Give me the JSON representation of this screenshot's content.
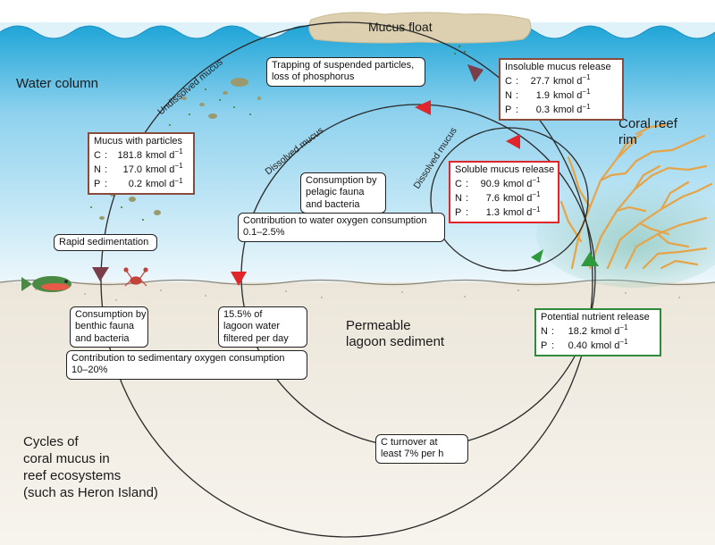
{
  "colors": {
    "sea_top": "#1aa3d6",
    "sea_bottom": "#e8f6fc",
    "sediment": "#f2ede4",
    "coral": "#e6a448",
    "mucus_float": "#dcd0b0",
    "arrow_red": "#e0262a",
    "arrow_brown": "#7a3e4a",
    "arrow_green": "#2f9a3c",
    "box_brown": "#8a4b3c",
    "box_red": "#e0262a",
    "box_green": "#2f8a3c"
  },
  "labels": {
    "mucus_float": "Mucus float",
    "water_column": "Water column",
    "coral_reef_rim": [
      "Coral reef",
      "rim"
    ],
    "permeable_sediment": [
      "Permeable",
      "lagoon sediment"
    ],
    "cycles_title": [
      "Cycles of",
      "coral mucus in",
      "reef ecosystems",
      "(such as Heron Island)"
    ]
  },
  "path_labels": {
    "undissolved": "Undissolved mucus",
    "dissolved_outer": "Dissolved mucus",
    "dissolved_inner": "Dissolved mucus"
  },
  "boxes": {
    "trapping": [
      "Trapping of suspended particles,",
      "loss of phosphorus"
    ],
    "insoluble": {
      "title": "Insoluble mucus release",
      "rows": [
        {
          "el": "C",
          "val": "27.7",
          "unit": "kmol d",
          "exp": "−1"
        },
        {
          "el": "N",
          "val": "1.9",
          "unit": "kmol d",
          "exp": "−1"
        },
        {
          "el": "P",
          "val": "0.3",
          "unit": "kmol d",
          "exp": "−1"
        }
      ]
    },
    "mucus_particles": {
      "title": "Mucus with particles",
      "rows": [
        {
          "el": "C",
          "val": "181.8",
          "unit": "kmol d",
          "exp": "−1"
        },
        {
          "el": "N",
          "val": "17.0",
          "unit": "kmol d",
          "exp": "−1"
        },
        {
          "el": "P",
          "val": "0.2",
          "unit": "kmol d",
          "exp": "−1"
        }
      ]
    },
    "soluble": {
      "title": "Soluble mucus release",
      "rows": [
        {
          "el": "C",
          "val": "90.9",
          "unit": "kmol d",
          "exp": "−1"
        },
        {
          "el": "N",
          "val": "7.6",
          "unit": "kmol d",
          "exp": "−1"
        },
        {
          "el": "P",
          "val": "1.3",
          "unit": "kmol d",
          "exp": "−1"
        }
      ]
    },
    "pelagic": [
      "Consumption by",
      "pelagic fauna",
      "and bacteria"
    ],
    "water_oxygen": [
      "Contribution to water oxygen consumption",
      "0.1–2.5%"
    ],
    "rapid_sed": "Rapid sedimentation",
    "benthic": [
      "Consumption by",
      "benthic fauna",
      "and bacteria"
    ],
    "lagoon_water": [
      "15.5% of",
      "lagoon water",
      "filtered per day"
    ],
    "sed_oxygen": [
      "Contribution to sedimentary oxygen consumption",
      "10–20%"
    ],
    "nutrient": {
      "title": "Potential nutrient release",
      "rows": [
        {
          "el": "N",
          "val": "18.2",
          "unit": "kmol d",
          "exp": "−1"
        },
        {
          "el": "P",
          "val": "0.40",
          "unit": "kmol d",
          "exp": "−1"
        }
      ]
    },
    "turnover": [
      "C turnover at",
      "least 7% per h"
    ]
  },
  "icons": [
    "fish-icon",
    "crab-icon",
    "coral-icon",
    "suspended-particles-icon"
  ]
}
